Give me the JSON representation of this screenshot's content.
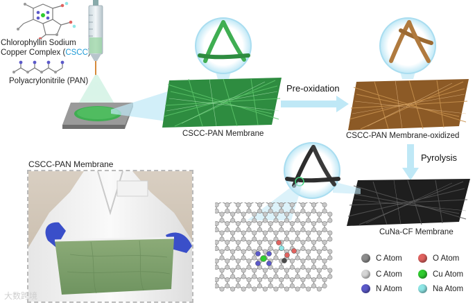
{
  "labels": {
    "cscc_line1": "Chlorophyllin Sodium",
    "cscc_line2_pre": "Copper Complex (",
    "cscc_line2_abbr": "CSCC",
    "cscc_line2_post": ")",
    "pan": "Polyacrylonitrile (PAN)",
    "membrane": "CSCC-PAN Membrane",
    "membrane_oxidized": "CSCC-PAN Membrane-oxidized",
    "cf_membrane": "CuNa-CF Membrane",
    "photo_title": "CSCC-PAN Membrane"
  },
  "steps": {
    "pre_oxidation": "Pre-oxidation",
    "pyrolysis": "Pyrolysis"
  },
  "legend": [
    {
      "label": "C Atom",
      "color": "#8c8c8c"
    },
    {
      "label": "O Atom",
      "color": "#e0625f"
    },
    {
      "label": "C Atom",
      "color": "#d6d6d6"
    },
    {
      "label": "Cu Atom",
      "color": "#2ecc2e"
    },
    {
      "label": "N Atom",
      "color": "#5b59c9"
    },
    {
      "label": "Na Atom",
      "color": "#8ee6e6"
    }
  ],
  "colors": {
    "green_fiber": "#3fae52",
    "brown_fiber": "#b07a3e",
    "black_fiber": "#2d2d2d",
    "arrow": "#bfe8f6",
    "accent": "#1e9bd7"
  },
  "watermark": "大数跨境"
}
